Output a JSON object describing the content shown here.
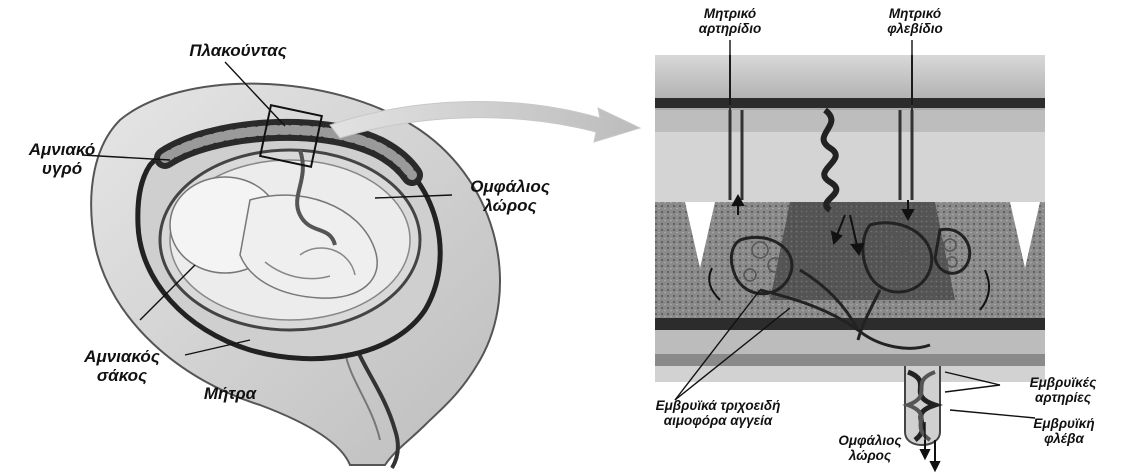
{
  "labels": {
    "placenta": "Πλακούντας",
    "amniotic_fluid": "Αμνιακό\nυγρό",
    "umbilical_cord_left": "Ομφάλιος\nλώρος",
    "amniotic_sac": "Αμνιακός\nσάκος",
    "uterus": "Μήτρα",
    "maternal_arteriole": "Μητρικό\nαρτηρίδιο",
    "maternal_venule": "Μητρικό\nφλεβίδιο",
    "fetal_capillaries": "Εμβρυϊκά τριχοειδή\nαιμοφόρα αγγεία",
    "umbilical_cord_right": "Ομφάλιος\nλώρος",
    "fetal_arteries": "Εμβρυϊκές\nαρτηρίες",
    "fetal_vein": "Εμβρυϊκή\nφλέβα"
  }
}
